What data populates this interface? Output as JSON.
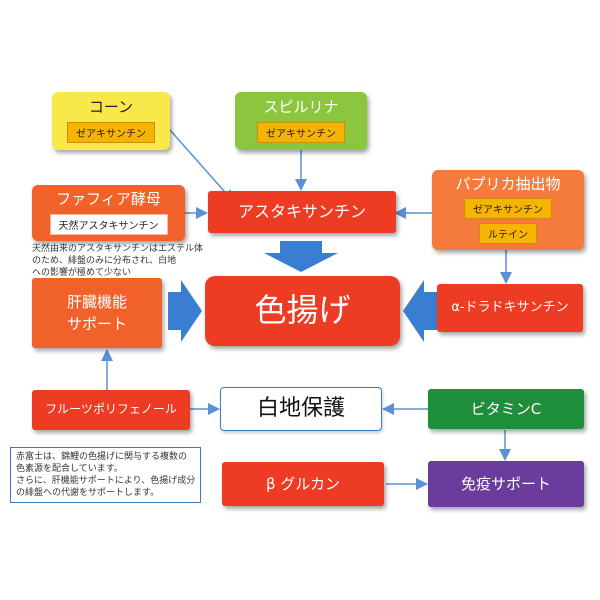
{
  "colors": {
    "yellow": "#f8e84a",
    "green": "#8cc63e",
    "orange_red": "#f0622a",
    "orange": "#f57b3c",
    "red_main": "#ee3b23",
    "purple": "#6b3c9b",
    "dark_green": "#1f8e3a",
    "white_box_border": "#3a7cc7",
    "arrow_blue": "#3a7ed1",
    "line_blue": "#5b8fd6"
  },
  "boxes": {
    "corn": {
      "title": "コーン",
      "pill": "ゼアキサンチン"
    },
    "spirulina": {
      "title": "スピルリナ",
      "pill": "ゼアキサンチン"
    },
    "phaffia": {
      "title": "ファフィア酵母",
      "pill": "天然アスタキサンチン"
    },
    "astaxanthin": {
      "title": "アスタキサンチン"
    },
    "paprika": {
      "title": "パプリカ抽出物",
      "pill1": "ゼアキサンチン",
      "pill2": "ルテイン"
    },
    "liver": {
      "line1": "肝臓機能",
      "line2": "サポート"
    },
    "color_up": {
      "title": "色揚げ"
    },
    "alpha": {
      "title": "α-ドラドキサンチン"
    },
    "fruit": {
      "title": "フルーツポリフェノール"
    },
    "white_protect": {
      "title": "白地保護"
    },
    "vitamin_c": {
      "title": "ビタミンC"
    },
    "beta_glucan": {
      "title": "β グルカン"
    },
    "immune": {
      "title": "免疫サポート"
    }
  },
  "notes": {
    "phaffia_note": [
      "天然由来のアスタキサンチンはエステル体",
      "のため、緋盤のみに分布され、白地",
      "への影響が極めて少ない"
    ],
    "bottom_note": [
      "赤富士は、錦鯉の色揚げに関与する複数の",
      "色素源を配合しています。",
      "さらに、肝機能サポートにより、色揚げ成分",
      "の緋盤への代謝をサポートします。"
    ]
  }
}
